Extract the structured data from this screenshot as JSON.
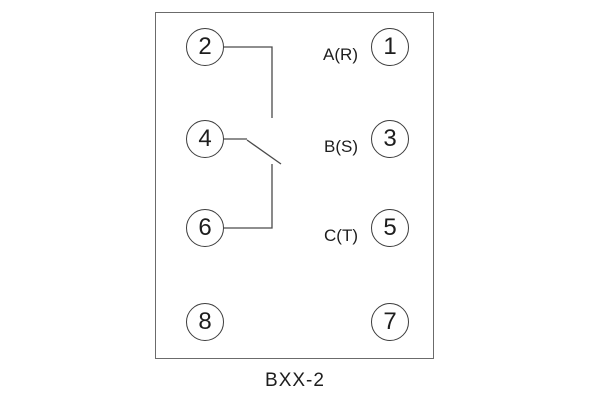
{
  "diagram": {
    "caption": "BXX-2",
    "terminals": {
      "left": [
        "2",
        "4",
        "6",
        "8"
      ],
      "right": [
        "1",
        "3",
        "5",
        "7"
      ]
    },
    "phase_labels": [
      "A(R)",
      "B(S)",
      "C(T)"
    ],
    "contact": {
      "type": "break-contact-between-terminals-2-4-6",
      "description": "Terminal 2 wired to vertical bus; switch blade from terminal 4 crosses bus; terminal 6 joins bus bottom"
    },
    "colors": {
      "line": "#4a4a4a",
      "frame_border": "#6b6b6b",
      "background": "#ffffff",
      "text": "#1e1e1e"
    }
  }
}
